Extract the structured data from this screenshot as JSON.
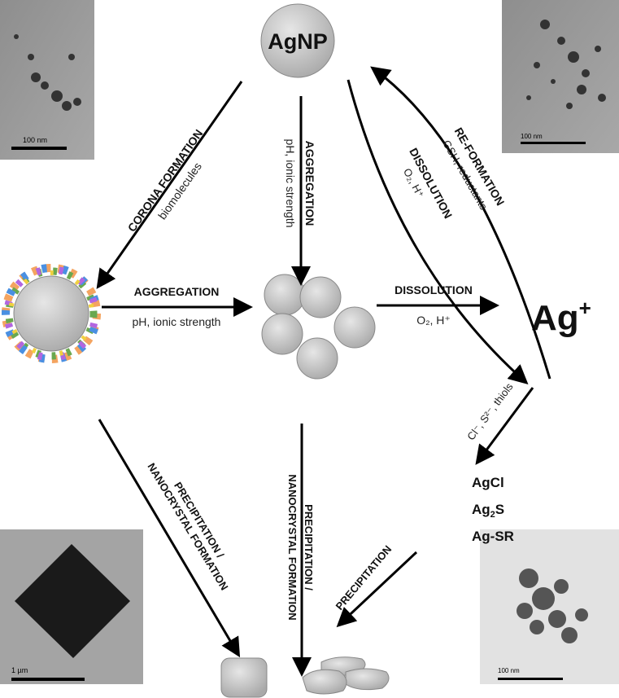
{
  "nodes": {
    "agnp": "AgNP",
    "ag_ion": "Ag",
    "ag_ion_charge": "+",
    "products": [
      "AgCl",
      "Ag",
      "2",
      "S",
      "Ag-SR"
    ]
  },
  "arrows": {
    "corona": {
      "title": "CORONA FORMATION",
      "condition": "biomolecules"
    },
    "aggregation_vertical": {
      "title": "AGGREGATION",
      "condition": "pH, ionic strength"
    },
    "dissolution_curve": {
      "title": "DISSOLUTION",
      "condition": "O₂, H⁺"
    },
    "reformation": {
      "title": "RE-FORMATION",
      "condition": "GSH, reductants"
    },
    "aggregation_horizontal": {
      "title": "AGGREGATION",
      "condition": "pH, ionic strength"
    },
    "dissolution_horizontal": {
      "title": "DISSOLUTION",
      "condition": "O₂, H⁺"
    },
    "complexation": {
      "condition": "Cl⁻, S²⁻, thiols"
    },
    "precip_left": {
      "line1": "PRECIPITATION /",
      "line2": "NANOCRYSTAL FORMATION"
    },
    "precip_center": {
      "line1": "PRECIPITATION /",
      "line2": "NANOCRYSTAL FORMATION"
    },
    "precip_right": {
      "title": "PRECIPITATION"
    }
  },
  "micrographs": {
    "top_left_scale": "100 nm",
    "top_right_scale": "100 nm",
    "bottom_left_scale": "1 µm",
    "bottom_right_scale": "100 nm"
  }
}
